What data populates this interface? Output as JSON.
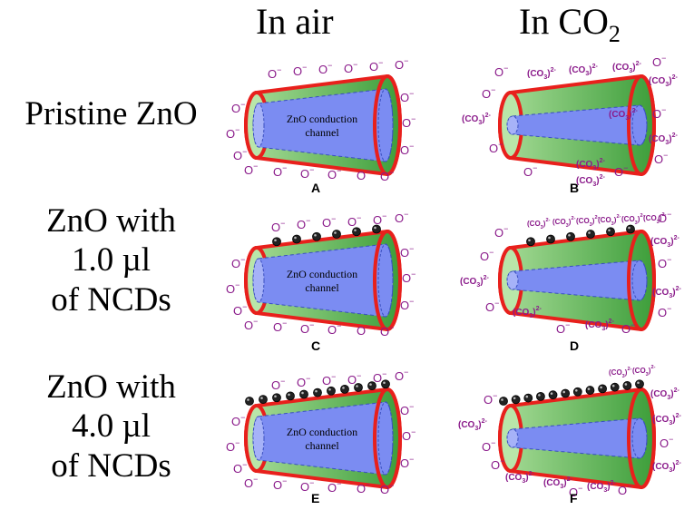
{
  "columns": {
    "in_air": "In air",
    "in_co2_main": "In CO",
    "in_co2_sub": "2"
  },
  "rows": [
    {
      "lines": [
        "Pristine ZnO"
      ]
    },
    {
      "lines": [
        "ZnO with",
        "1.0 µl",
        "of NCDs"
      ]
    },
    {
      "lines": [
        "ZnO with",
        "4.0 µl",
        "of NCDs"
      ]
    }
  ],
  "panels": {
    "A": {
      "label": "A",
      "channel": [
        "ZnO conduction",
        "channel"
      ]
    },
    "B": {
      "label": "B"
    },
    "C": {
      "label": "C",
      "channel": [
        "ZnO conduction",
        "channel"
      ]
    },
    "D": {
      "label": "D"
    },
    "E": {
      "label": "E",
      "channel": [
        "ZnO conduction",
        "channel"
      ]
    },
    "F": {
      "label": "F"
    }
  },
  "ions": {
    "oxygen": "O",
    "oxygen_charge": "−",
    "carbonate": "(CO",
    "carbonate_sub": "3",
    "carbonate_close": ")",
    "carbonate_charge": "2-"
  },
  "colors": {
    "shell": "#e8201c",
    "core": "#7b8cf2",
    "depletion": "#3d9e3a",
    "ion": "#8a1a8a",
    "ncd": "#222222"
  }
}
